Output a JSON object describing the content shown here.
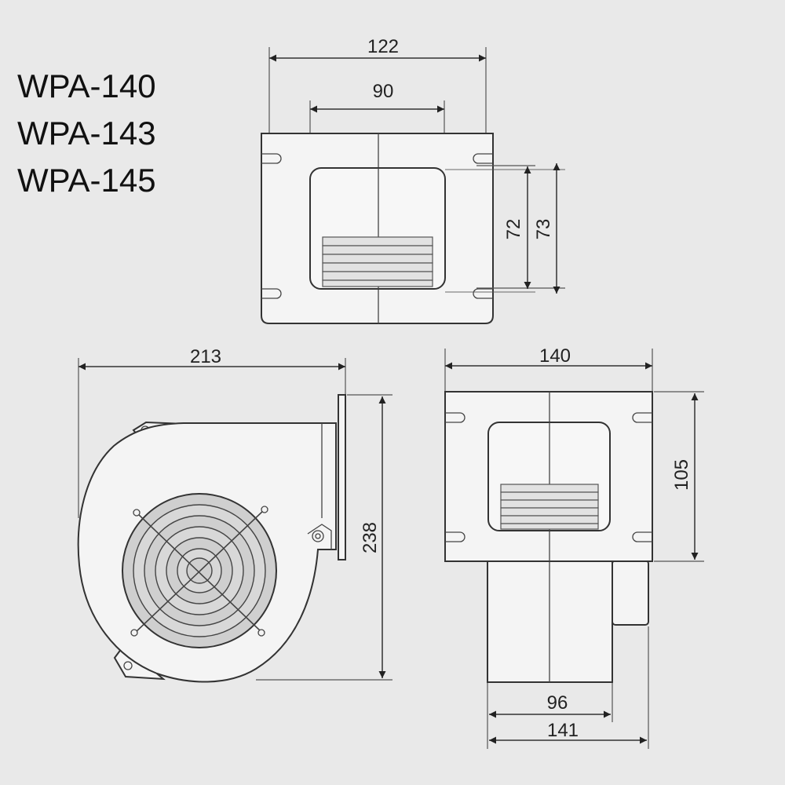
{
  "models": [
    "WPA-140",
    "WPA-143",
    "WPA-145"
  ],
  "dimensions": {
    "top_flange_width": "122",
    "top_opening_width": "90",
    "top_hole_spacing_inner": "72",
    "top_hole_spacing_outer": "73",
    "side_length": "213",
    "side_height": "238",
    "front_flange_width": "140",
    "front_flange_height": "105",
    "front_body_inner": "96",
    "front_body_outer": "141"
  },
  "colors": {
    "background": "#e9e9e9",
    "line": "#333333",
    "part_fill": "#f4f4f4",
    "grille_fill": "#cfcfcf"
  }
}
